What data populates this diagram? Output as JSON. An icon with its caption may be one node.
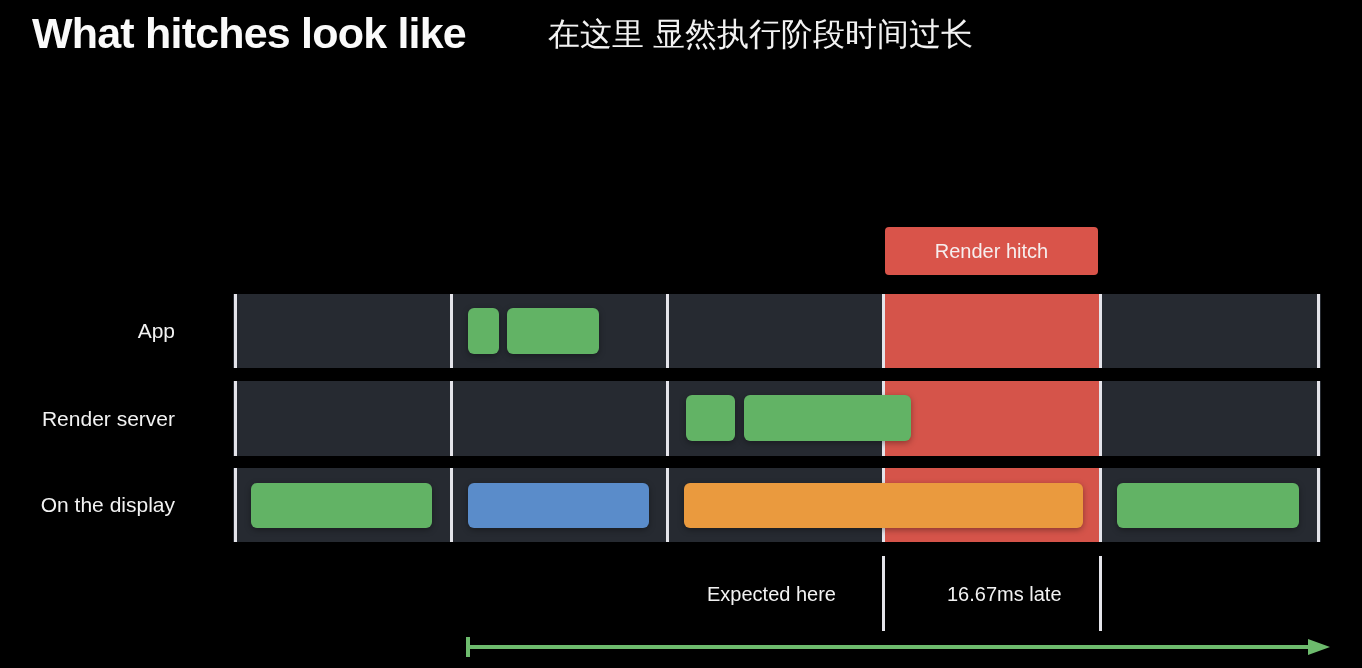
{
  "diagram": {
    "title": "What hitches look like",
    "nodes": [
      {
        "text": [
          "App"
        ]
      },
      {
        "text": [],
        "shape": "bar",
        "in": 0
      },
      {
        "text": [],
        "shape": "bar",
        "in": 0
      },
      {
        "text": [
          "Render server"
        ]
      },
      {
        "text": [],
        "shape": "bar",
        "in": 3
      },
      {
        "text": [],
        "shape": "bar",
        "in": 3
      },
      {
        "text": [
          "On the display"
        ]
      },
      {
        "text": [],
        "shape": "bar",
        "in": 6
      },
      {
        "text": [],
        "shape": "bar",
        "in": 6
      },
      {
        "text": [],
        "shape": "bar",
        "in": 6
      },
      {
        "text": [],
        "shape": "bar",
        "in": 6
      },
      {
        "text": [
          "Render hitch"
        ]
      }
    ],
    "labels": [
      "在这里 显然执行阶段时间过长",
      "Expected here",
      "16.67ms late"
    ]
  }
}
